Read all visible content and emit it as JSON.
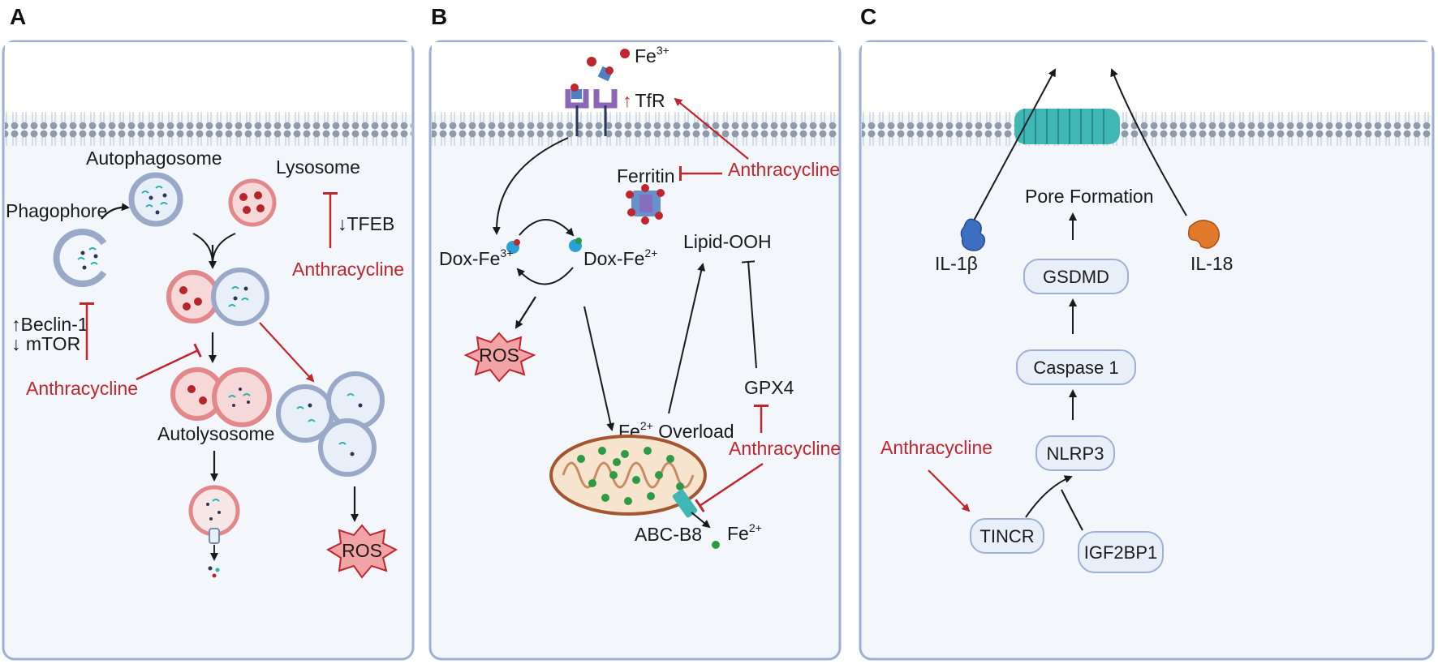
{
  "colors": {
    "panel_border": "#9fb0d6",
    "panel_fill": "#f3f6fb",
    "membrane": "#8e9bab",
    "inhibitor_red": "#c0262d",
    "arrow": "#1a1a1a",
    "ros_fill": "#f2a3a6",
    "box_fill": "#e9eff9",
    "pore": "#3fb7b5",
    "mito_outline": "#a4572f",
    "mito_fill": "#f6e4cf",
    "green_dot": "#2e9a45"
  },
  "panels": {
    "a": {
      "letter": "A",
      "autophagosome": "Autophagosome",
      "lysosome": "Lysosome",
      "phagophore": "Phagophore",
      "tfeb": "↓TFEB",
      "anthracycline_1": "Anthracycline",
      "beclin": "↑Beclin-1",
      "mtor": "↓ mTOR",
      "anthracycline_2": "Anthracycline",
      "autolysosome": "Autolysosome",
      "ros": "ROS"
    },
    "b": {
      "letter": "B",
      "fe3_base": "Fe",
      "fe3_sup": "3+",
      "tfr_arrow": "↑",
      "tfr": "TfR",
      "ferritin": "Ferritin",
      "anthracycline_1": "Anthracycline",
      "dox_fe3_base": "Dox-Fe",
      "dox_fe3_sup": "3+",
      "dox_fe2_base": "Dox-Fe",
      "dox_fe2_sup": "2+",
      "lipid_ooh": "Lipid-OOH",
      "ros": "ROS",
      "gpx4": "GPX4",
      "overload_base": "Fe",
      "overload_sup": "2+",
      "overload_rest": " Overload",
      "anthracycline_2": "Anthracycline",
      "abcb8": "ABC-B8",
      "fe2_base": "Fe",
      "fe2_sup": "2+"
    },
    "c": {
      "letter": "C",
      "pore_formation": "Pore Formation",
      "il1b": "IL-1β",
      "il18": "IL-18",
      "gsdmd": "GSDMD",
      "caspase": "Caspase 1",
      "nlrp3": "NLRP3",
      "anthracycline": "Anthracycline",
      "tincr": "TINCR",
      "igf2bp1": "IGF2BP1"
    }
  }
}
